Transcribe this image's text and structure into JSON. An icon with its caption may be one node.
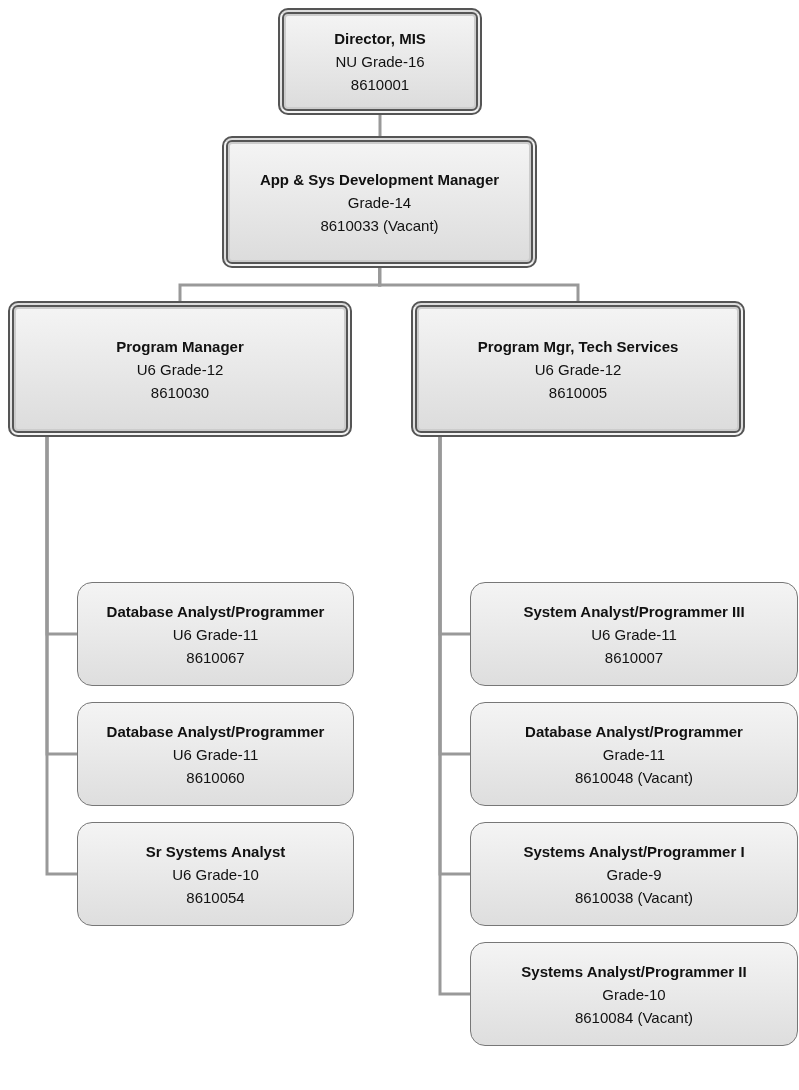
{
  "diagram": {
    "nodes": [
      {
        "text": [
          "Director, MIS",
          "NU Grade-16",
          "8610001"
        ]
      },
      {
        "text": [
          "App & Sys Development Manager",
          "Grade-14",
          "8610033 (Vacant)"
        ]
      },
      {
        "text": [
          "Program Manager",
          "U6 Grade-12",
          "8610030"
        ]
      },
      {
        "text": [
          "Program Mgr, Tech Services",
          "U6 Grade-12",
          "8610005"
        ]
      },
      {
        "text": [
          "Database Analyst/Programmer",
          "U6 Grade-11",
          "8610067"
        ]
      },
      {
        "text": [
          "Database Analyst/Programmer",
          "U6 Grade-11",
          "8610060"
        ]
      },
      {
        "text": [
          "Sr Systems Analyst",
          "U6 Grade-10",
          "8610054"
        ]
      },
      {
        "text": [
          "System Analyst/Programmer III",
          "U6 Grade-11",
          "8610007"
        ]
      },
      {
        "text": [
          "Database Analyst/Programmer",
          "Grade-11",
          "8610048 (Vacant)"
        ]
      },
      {
        "text": [
          "Systems Analyst/Programmer I",
          "Grade-9",
          "8610038 (Vacant)"
        ]
      },
      {
        "text": [
          "Systems Analyst/Programmer II",
          "Grade-10",
          "8610084 (Vacant)"
        ]
      }
    ],
    "edges": [
      {
        "from": 0,
        "to": 1,
        "arrow": "none"
      },
      {
        "from": 1,
        "to": 2,
        "arrow": "none"
      },
      {
        "from": 1,
        "to": 3,
        "arrow": "none"
      },
      {
        "from": 2,
        "to": 4,
        "arrow": "none"
      },
      {
        "from": 2,
        "to": 5,
        "arrow": "none"
      },
      {
        "from": 2,
        "to": 6,
        "arrow": "none"
      },
      {
        "from": 3,
        "to": 7,
        "arrow": "none"
      },
      {
        "from": 3,
        "to": 8,
        "arrow": "none"
      },
      {
        "from": 3,
        "to": 9,
        "arrow": "none"
      },
      {
        "from": 3,
        "to": 10,
        "arrow": "none"
      }
    ]
  }
}
